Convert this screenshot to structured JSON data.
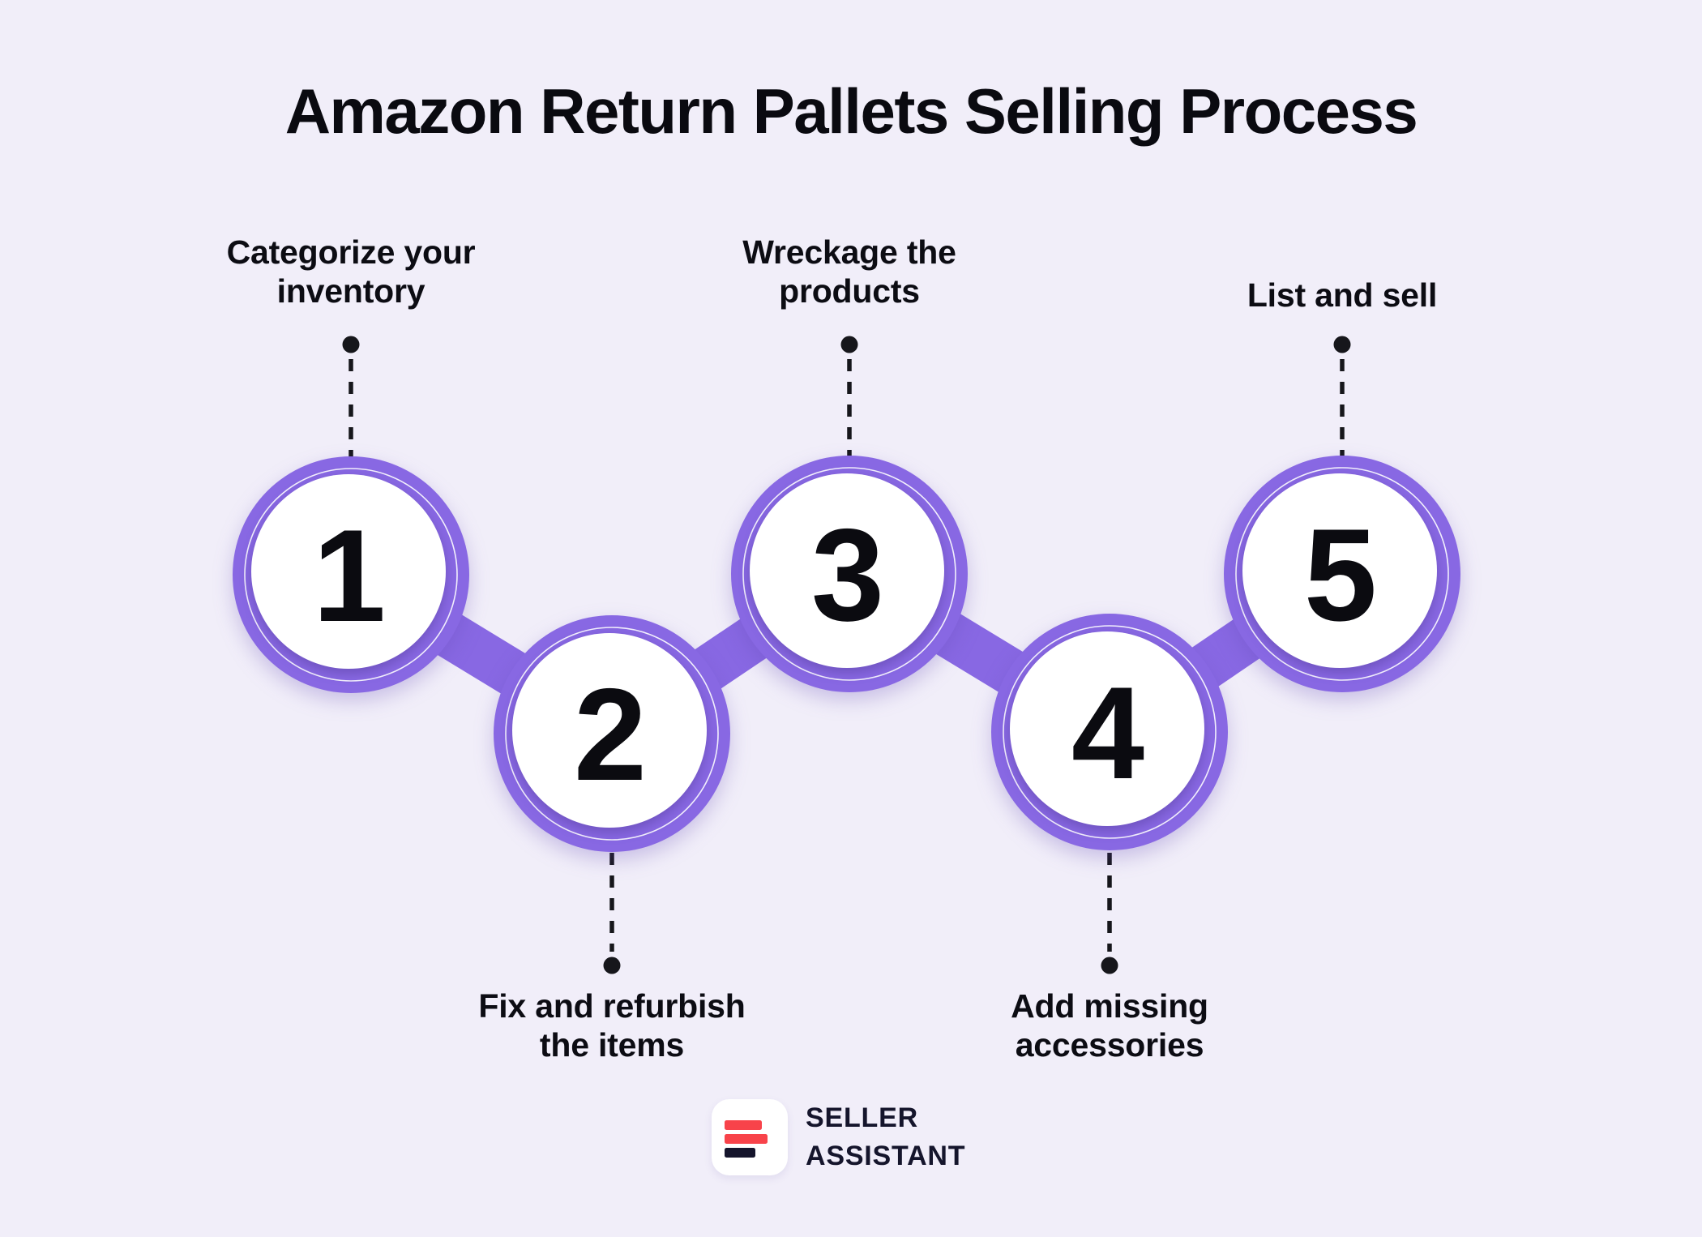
{
  "title": "Amazon Return Pallets Selling Process",
  "steps": [
    {
      "number": "1",
      "label": "Categorize your inventory",
      "lines": [
        "Categorize your",
        "inventory"
      ],
      "label_position": "top"
    },
    {
      "number": "2",
      "label": "Fix and refurbish the items",
      "lines": [
        "Fix and refurbish",
        "the items"
      ],
      "label_position": "bottom"
    },
    {
      "number": "3",
      "label": "Wreckage the products",
      "lines": [
        "Wreckage the",
        "products"
      ],
      "label_position": "top"
    },
    {
      "number": "4",
      "label": "Add missing accessories",
      "lines": [
        "Add missing",
        "accessories"
      ],
      "label_position": "bottom"
    },
    {
      "number": "5",
      "label": "List and sell",
      "lines": [
        "List and sell"
      ],
      "label_position": "top"
    }
  ],
  "brand": {
    "line1": "SELLER",
    "line2": "ASSISTANT",
    "logo_icon": "three-bars-logo"
  },
  "colors": {
    "background": "#F1EEF9",
    "accent_purple": "#8868E3",
    "text": "#0B0B11",
    "circle_fill": "#FFFFFF",
    "logo_red": "#F8434A",
    "logo_navy": "#15152C"
  }
}
